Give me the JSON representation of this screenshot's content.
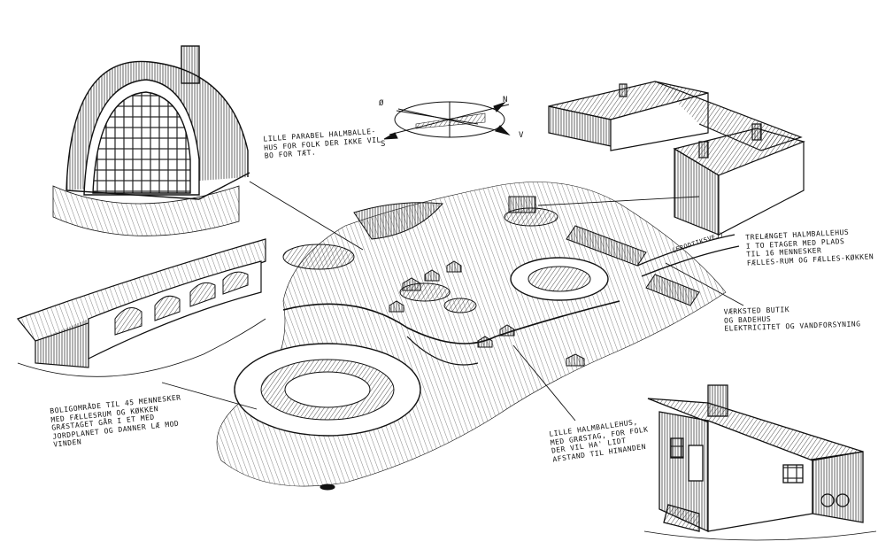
{
  "compass": {
    "north": "N",
    "west": "Ø",
    "south": "S",
    "east": "V"
  },
  "labels": {
    "parabel": [
      "LILLE PARABEL HALMBALLE-",
      "HUS FOR FOLK DER IKKE VIL",
      "BO FOR TÆT."
    ],
    "trelaenget": [
      "TRELÆNGET HALMBALLEHUS",
      "I TO ETAGER MED PLADS",
      "TIL 16 MENNESKER",
      "FÆLLES-RUM OG FÆLLES-KØKKEN"
    ],
    "vaerksted": [
      "VÆRKSTED BUTIK",
      "OG BADEHUS",
      "ELEKTRICITET OG VANDFORSYNING"
    ],
    "boligomraade": [
      "BOLIGOMRÅDE TIL 45 MENNESKER",
      "MED FÆLLESRUM OG KØKKEN",
      "GRÆSTAGET GÅR I ET MED",
      "JORDPLANET OG DANNER LÆ MOD",
      "VINDEN"
    ],
    "lille": [
      "LILLE HALMBALLEHUS,",
      "MED GRÆSTAG, FOR FOLK",
      "DER VIL HA' LIDT",
      "AFSTAND TIL HINANDEN"
    ],
    "road": "(FRODTIKSVEJ)"
  }
}
